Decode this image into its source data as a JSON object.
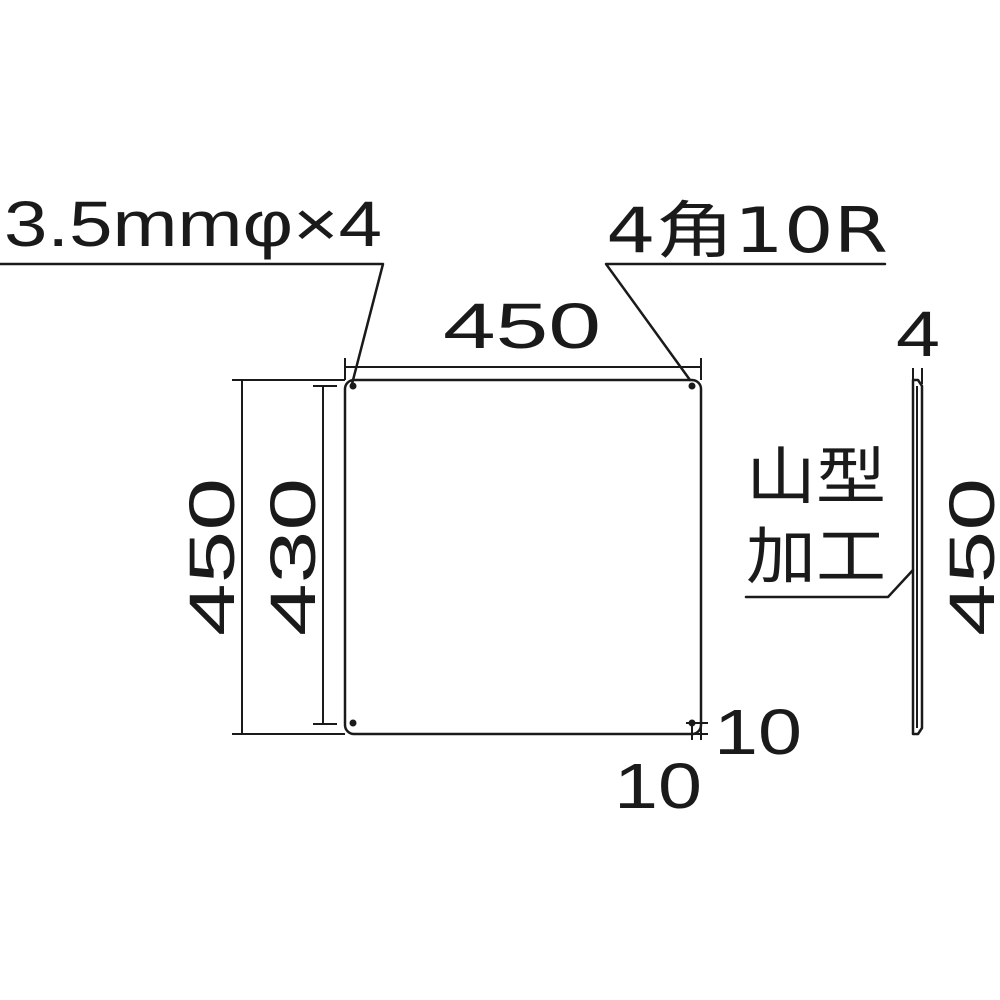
{
  "labels": {
    "hole_spec": "3.5mmφ×4",
    "corner_spec": "4角10R",
    "width": "450",
    "height_outer": "450",
    "height_inner": "430",
    "thickness": "4",
    "side_height": "450",
    "edge_process_line1": "山型",
    "edge_process_line2": "加工",
    "offset_x": "10",
    "offset_y": "10"
  }
}
